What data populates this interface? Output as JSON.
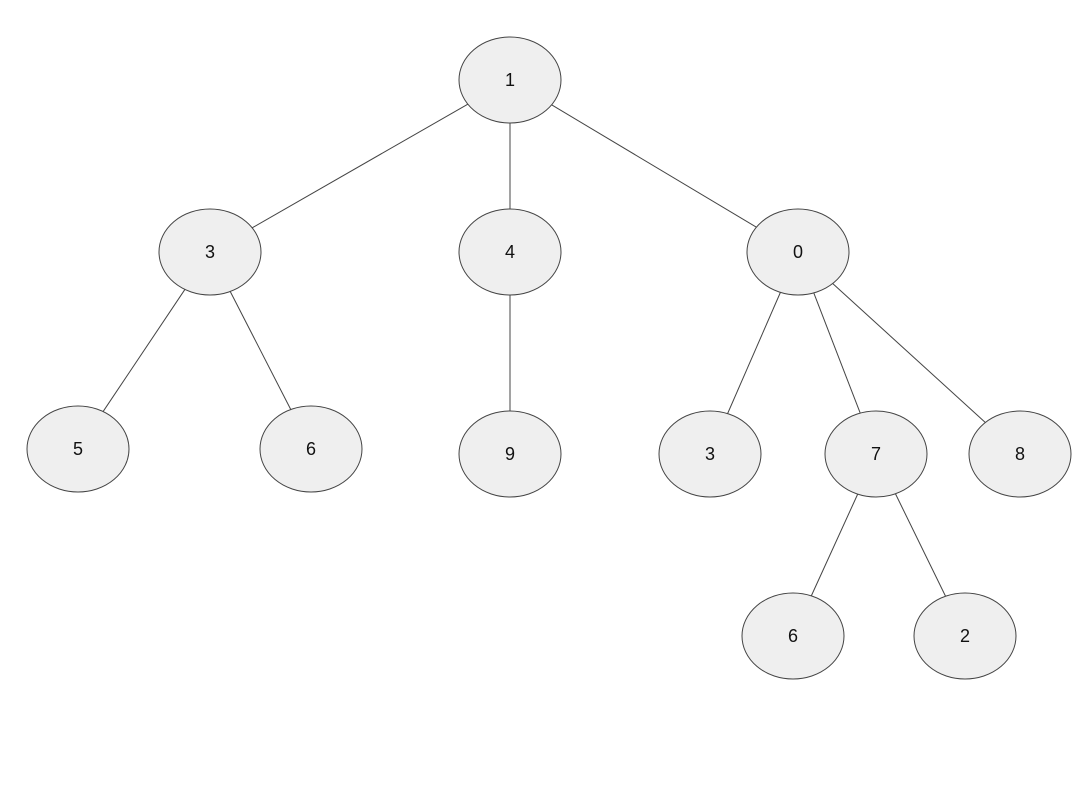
{
  "diagram": {
    "type": "tree",
    "colors": {
      "node_fill": "#efefef",
      "node_stroke": "#444444",
      "edge": "#444444",
      "text": "#111111"
    },
    "nodes": [
      {
        "id": "n0",
        "label": "1"
      },
      {
        "id": "n1",
        "label": "3"
      },
      {
        "id": "n2",
        "label": "4"
      },
      {
        "id": "n3",
        "label": "0"
      },
      {
        "id": "n4",
        "label": "5"
      },
      {
        "id": "n5",
        "label": "6"
      },
      {
        "id": "n6",
        "label": "9"
      },
      {
        "id": "n7",
        "label": "3"
      },
      {
        "id": "n8",
        "label": "7"
      },
      {
        "id": "n9",
        "label": "8"
      },
      {
        "id": "n10",
        "label": "6"
      },
      {
        "id": "n11",
        "label": "2"
      }
    ],
    "edges": [
      {
        "from": "n0",
        "to": "n1"
      },
      {
        "from": "n0",
        "to": "n2"
      },
      {
        "from": "n0",
        "to": "n3"
      },
      {
        "from": "n1",
        "to": "n4"
      },
      {
        "from": "n1",
        "to": "n5"
      },
      {
        "from": "n2",
        "to": "n6"
      },
      {
        "from": "n3",
        "to": "n7"
      },
      {
        "from": "n3",
        "to": "n8"
      },
      {
        "from": "n3",
        "to": "n9"
      },
      {
        "from": "n8",
        "to": "n10"
      },
      {
        "from": "n8",
        "to": "n11"
      }
    ]
  }
}
